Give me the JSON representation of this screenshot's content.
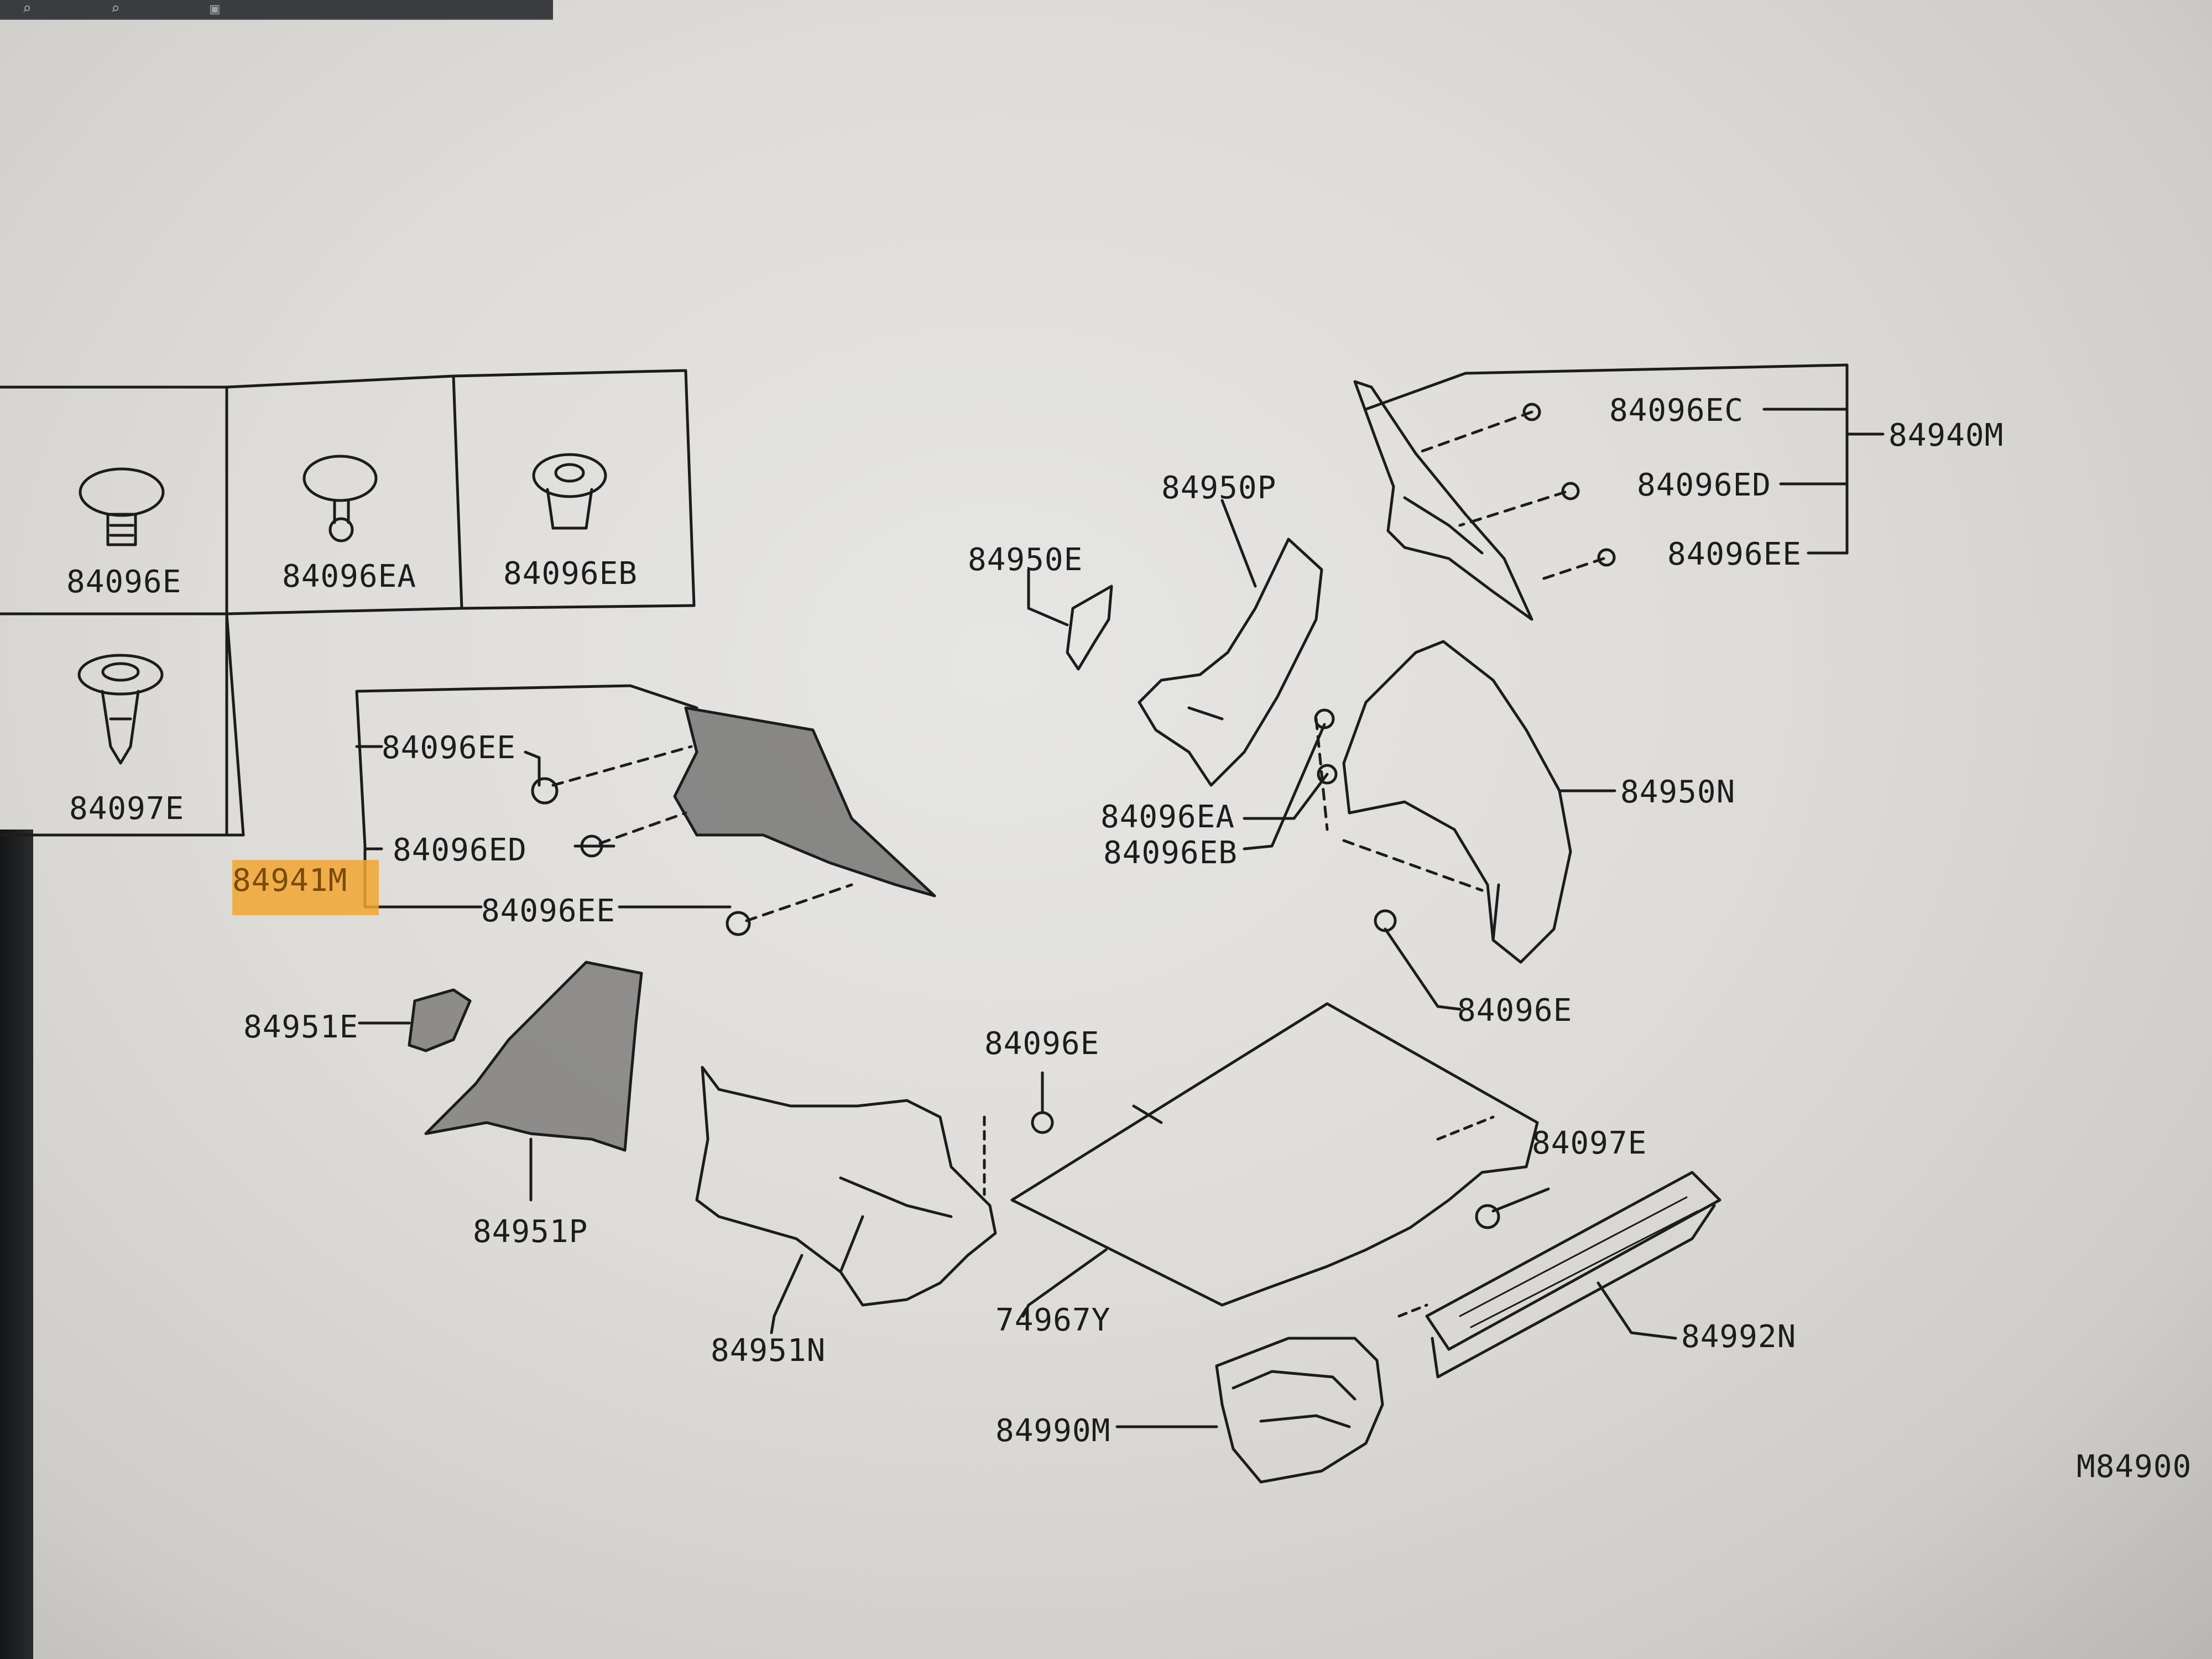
{
  "legend_parts": [
    {
      "id": "clip-84096e",
      "code": "84096E"
    },
    {
      "id": "clip-84096ea",
      "code": "84096EA"
    },
    {
      "id": "clip-84096eb",
      "code": "84096EB"
    },
    {
      "id": "clip-84097e",
      "code": "84097E"
    }
  ],
  "labels": {
    "p84940m": "84940M",
    "p84096ec_r": "84096EC",
    "p84096ed_r": "84096ED",
    "p84096ee_r": "84096EE",
    "p84950p": "84950P",
    "p84950e": "84950E",
    "p84950n": "84950N",
    "p84096ea": "84096EA",
    "p84096eb": "84096EB",
    "p84096e_r": "84096E",
    "p84096ee_l": "84096EE",
    "p84096ed_l": "84096ED",
    "p84096ee_l2": "84096EE",
    "p84941m": "84941M",
    "p84951e": "84951E",
    "p84951p": "84951P",
    "p84096e_c": "84096E",
    "p84951n": "84951N",
    "p74967y": "74967Y",
    "p84097e": "84097E",
    "p84992n": "84992N",
    "p84990m": "84990M",
    "figure_code": "M84900"
  },
  "colors": {
    "highlight": "#f2a62f",
    "line": "#1c1c1c"
  }
}
